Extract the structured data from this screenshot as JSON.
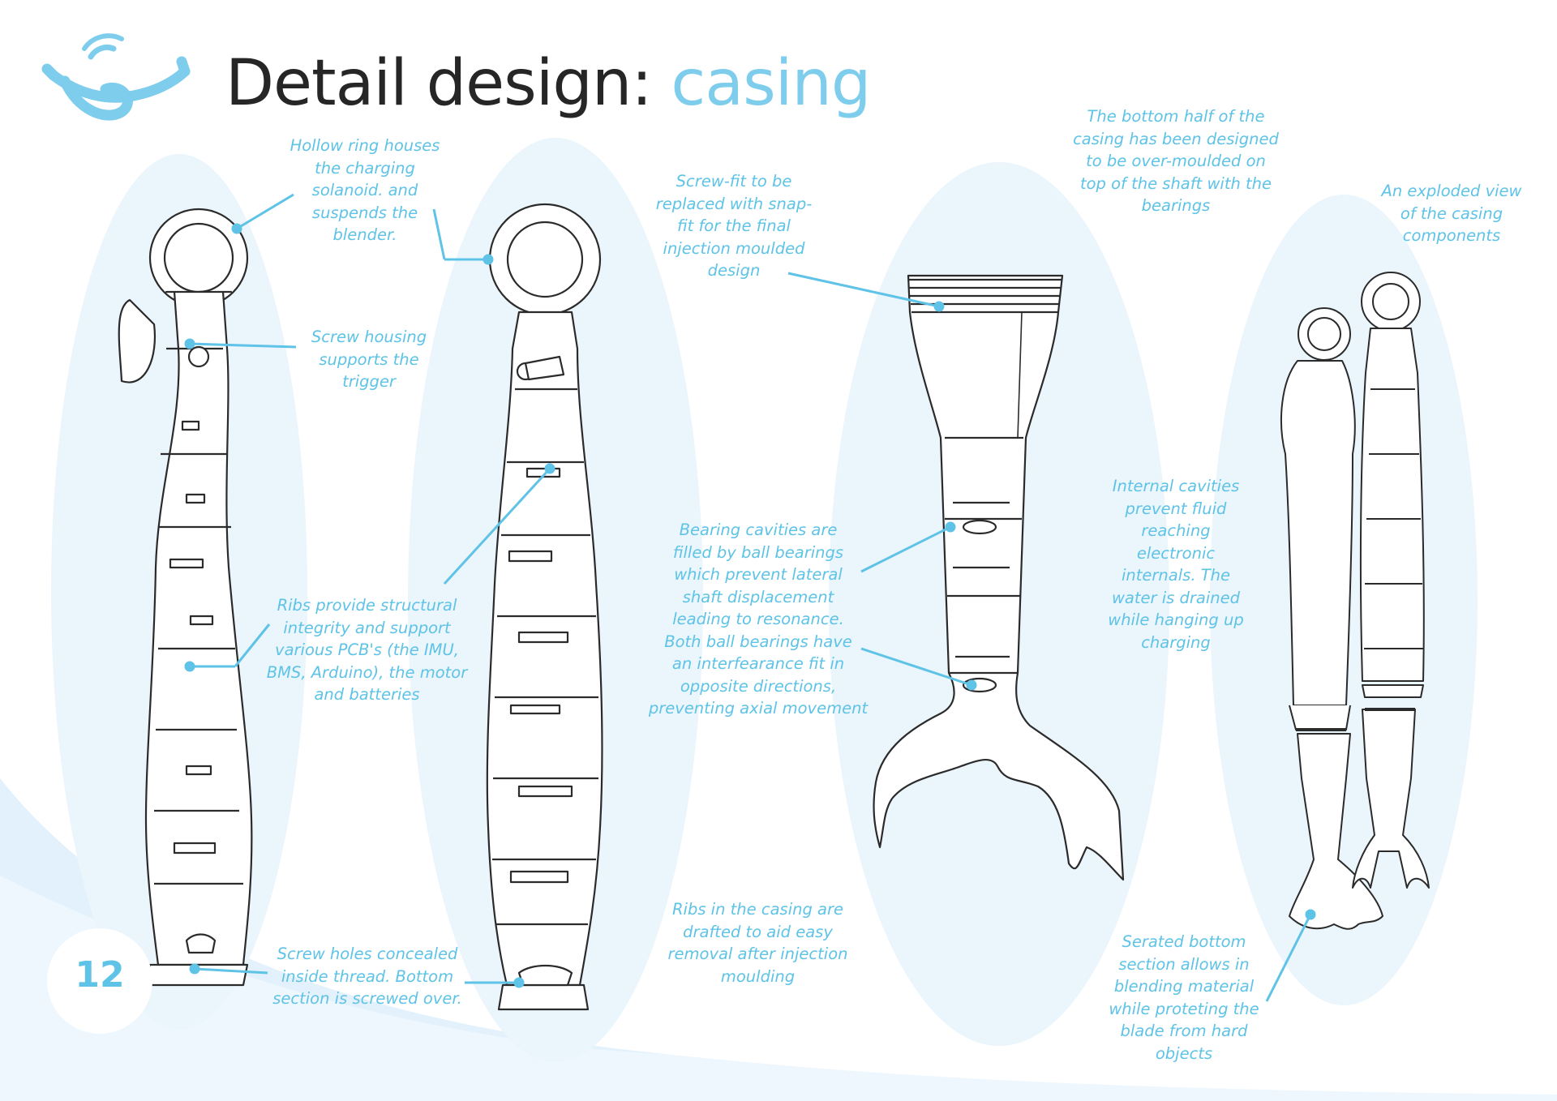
{
  "page": {
    "title_main": "Detail design: ",
    "title_accent": "casing",
    "page_number": "12"
  },
  "colors": {
    "accent": "#7ecdec",
    "note_text": "#5ec3e6",
    "ellipse_fill": "#eaf5fc",
    "line_art": "#2b2b2b",
    "title_text": "#262626"
  },
  "icons": {
    "logo": "smiling-blender-logo-icon"
  },
  "annotations": [
    {
      "id": "hollow-ring",
      "lines": [
        "Hollow ring houses",
        "the charging",
        "solanoid. and",
        "suspends the",
        "blender."
      ]
    },
    {
      "id": "screw-housing",
      "lines": [
        "Screw housing",
        "supports the",
        "trigger"
      ]
    },
    {
      "id": "ribs-structural",
      "lines": [
        "Ribs provide structural",
        "integrity and support",
        "various PCB's (the IMU,",
        "BMS, Arduino), the motor",
        "and batteries"
      ]
    },
    {
      "id": "screw-holes",
      "lines": [
        "Screw holes concealed",
        "inside thread. Bottom",
        "section is screwed over."
      ]
    },
    {
      "id": "screw-fit",
      "lines": [
        "Screw-fit to be",
        "replaced with snap-",
        "fit for the final",
        "injection moulded",
        "design"
      ]
    },
    {
      "id": "bearing-cavities",
      "lines": [
        "Bearing cavities are",
        "filled by ball bearings",
        "which prevent lateral",
        "shaft displacement",
        "leading to resonance.",
        "Both ball bearings have",
        "an interfearance fit in",
        "opposite directions,",
        "preventing axial movement"
      ]
    },
    {
      "id": "ribs-drafted",
      "lines": [
        "Ribs in the casing are",
        "drafted to aid easy",
        "removal after injection",
        "moulding"
      ]
    },
    {
      "id": "over-moulded",
      "lines": [
        "The bottom half of the",
        "casing has been designed",
        "to be over-moulded on",
        "top of the shaft with the",
        "bearings"
      ]
    },
    {
      "id": "exploded-view",
      "lines": [
        "An exploded view",
        "of the casing",
        "components"
      ]
    },
    {
      "id": "internal-cavities",
      "lines": [
        "Internal cavities",
        "prevent fluid",
        "reaching",
        "electronic",
        "internals. The",
        "water is drained",
        "while hanging up",
        "charging"
      ]
    },
    {
      "id": "serrated-bottom",
      "lines": [
        "Serated bottom",
        "section allows in",
        "blending material",
        "while proteting the",
        "blade from hard",
        "objects"
      ]
    }
  ]
}
